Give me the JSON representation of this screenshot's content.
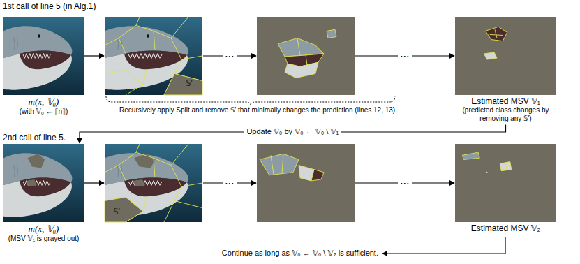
{
  "diagram": {
    "nodes": [
      {
        "text": [
          "m(x, 𝕍₀)",
          "(with 𝕍₀ ← ⟦n⟧)"
        ]
      },
      {
        "text": [
          "𝕊′"
        ]
      },
      {
        "text": []
      },
      {
        "text": [
          "Estimated MSV 𝕍₁",
          "(predicted class changes by removing any 𝕊′)"
        ]
      },
      {
        "text": [
          "m(x, 𝕍₀)",
          "(MSV 𝕍₁ is grayed out)"
        ]
      },
      {
        "text": [
          "𝕊′"
        ]
      },
      {
        "text": []
      },
      {
        "text": [
          "Estimated MSV 𝕍₂"
        ]
      }
    ],
    "edges": [
      {
        "from": 0,
        "to": 1,
        "arrow": "to"
      },
      {
        "from": 1,
        "to": 2,
        "label": "⋯",
        "arrow": "to"
      },
      {
        "from": 2,
        "to": 3,
        "label": "⋯",
        "arrow": "to"
      },
      {
        "from": 3,
        "to": 4,
        "label": "Update 𝕍₀ by 𝕍₀ ← 𝕍₀ \\ 𝕍₁",
        "arrow": "to"
      },
      {
        "from": 4,
        "to": 5,
        "arrow": "to"
      },
      {
        "from": 5,
        "to": 6,
        "label": "⋯",
        "arrow": "to"
      },
      {
        "from": 6,
        "to": 7,
        "label": "⋯",
        "arrow": "to"
      }
    ],
    "labels": [
      "1st call of line 5 (in Alg.1)",
      "Recursively apply Split and remove 𝕊′ that minimally changes the prediction (lines 12, 13).",
      "2nd call of line 5.",
      "Continue as long as 𝕍₀ ← 𝕍₀ \\ 𝕍₂ is sufficient."
    ]
  }
}
